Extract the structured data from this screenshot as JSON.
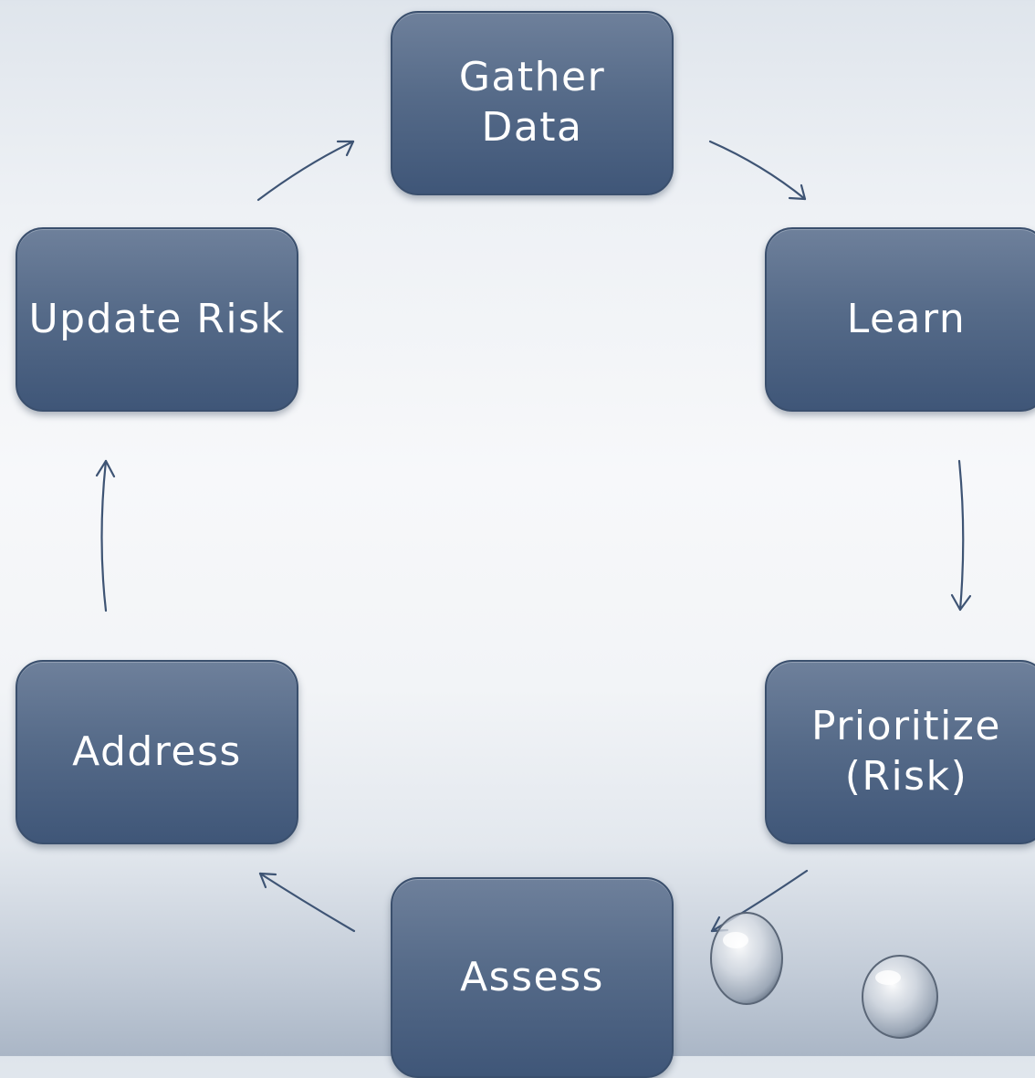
{
  "diagram": {
    "nodes": [
      {
        "id": "gather",
        "label": "Gather\nData"
      },
      {
        "id": "learn",
        "label": "Learn"
      },
      {
        "id": "prioritize",
        "label": "Prioritize\n(Risk)"
      },
      {
        "id": "assess",
        "label": "Assess"
      },
      {
        "id": "address",
        "label": "Address"
      },
      {
        "id": "update",
        "label": "Update Risk"
      }
    ],
    "edges": [
      {
        "from": "gather",
        "to": "learn"
      },
      {
        "from": "learn",
        "to": "prioritize"
      },
      {
        "from": "prioritize",
        "to": "assess"
      },
      {
        "from": "assess",
        "to": "address"
      },
      {
        "from": "address",
        "to": "update"
      },
      {
        "from": "update",
        "to": "gather"
      }
    ],
    "colors": {
      "node_fill": "#566b89",
      "node_text": "#ffffff",
      "arrow": "#3e5474"
    }
  }
}
